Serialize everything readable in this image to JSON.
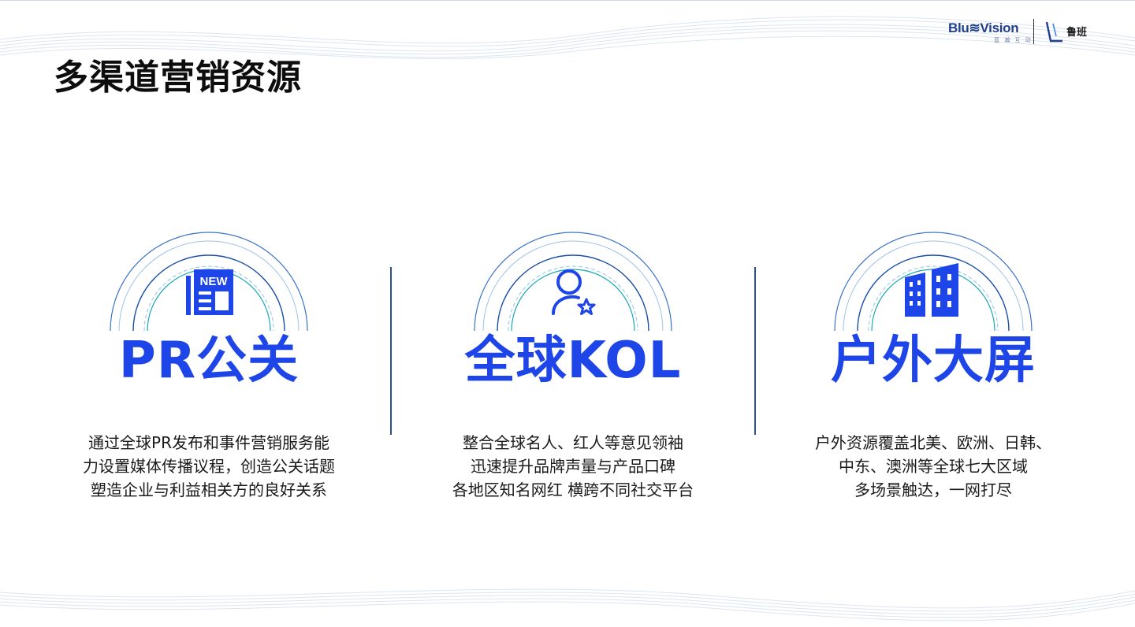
{
  "slide": {
    "title": "多渠道营销资源"
  },
  "logo": {
    "brand": "Blu≋Vision",
    "brand_sub": "蓝 瀚 互 动",
    "partner": "鲁班"
  },
  "icons": {
    "card1": "newspaper-icon",
    "card2": "user-star-icon",
    "card3": "buildings-icon"
  },
  "colors": {
    "accent": "#1d45e8",
    "ring": "#2f72c9",
    "ring_light": "#9fc3ea",
    "divider": "#2d4f9a"
  },
  "cards": [
    {
      "title": "PR公关",
      "desc": [
        "通过全球PR发布和事件营销服务能",
        "力设置媒体传播议程，创造公关话题",
        "塑造企业与利益相关方的良好关系"
      ]
    },
    {
      "title": "全球KOL",
      "desc": [
        "整合全球名人、红人等意见领袖",
        "迅速提升品牌声量与产品口碑",
        "各地区知名网红 横跨不同社交平台"
      ]
    },
    {
      "title": "户外大屏",
      "desc": [
        "户外资源覆盖北美、欧洲、日韩、",
        "中东、澳洲等全球七大区域",
        "多场景触达，一网打尽"
      ]
    }
  ]
}
